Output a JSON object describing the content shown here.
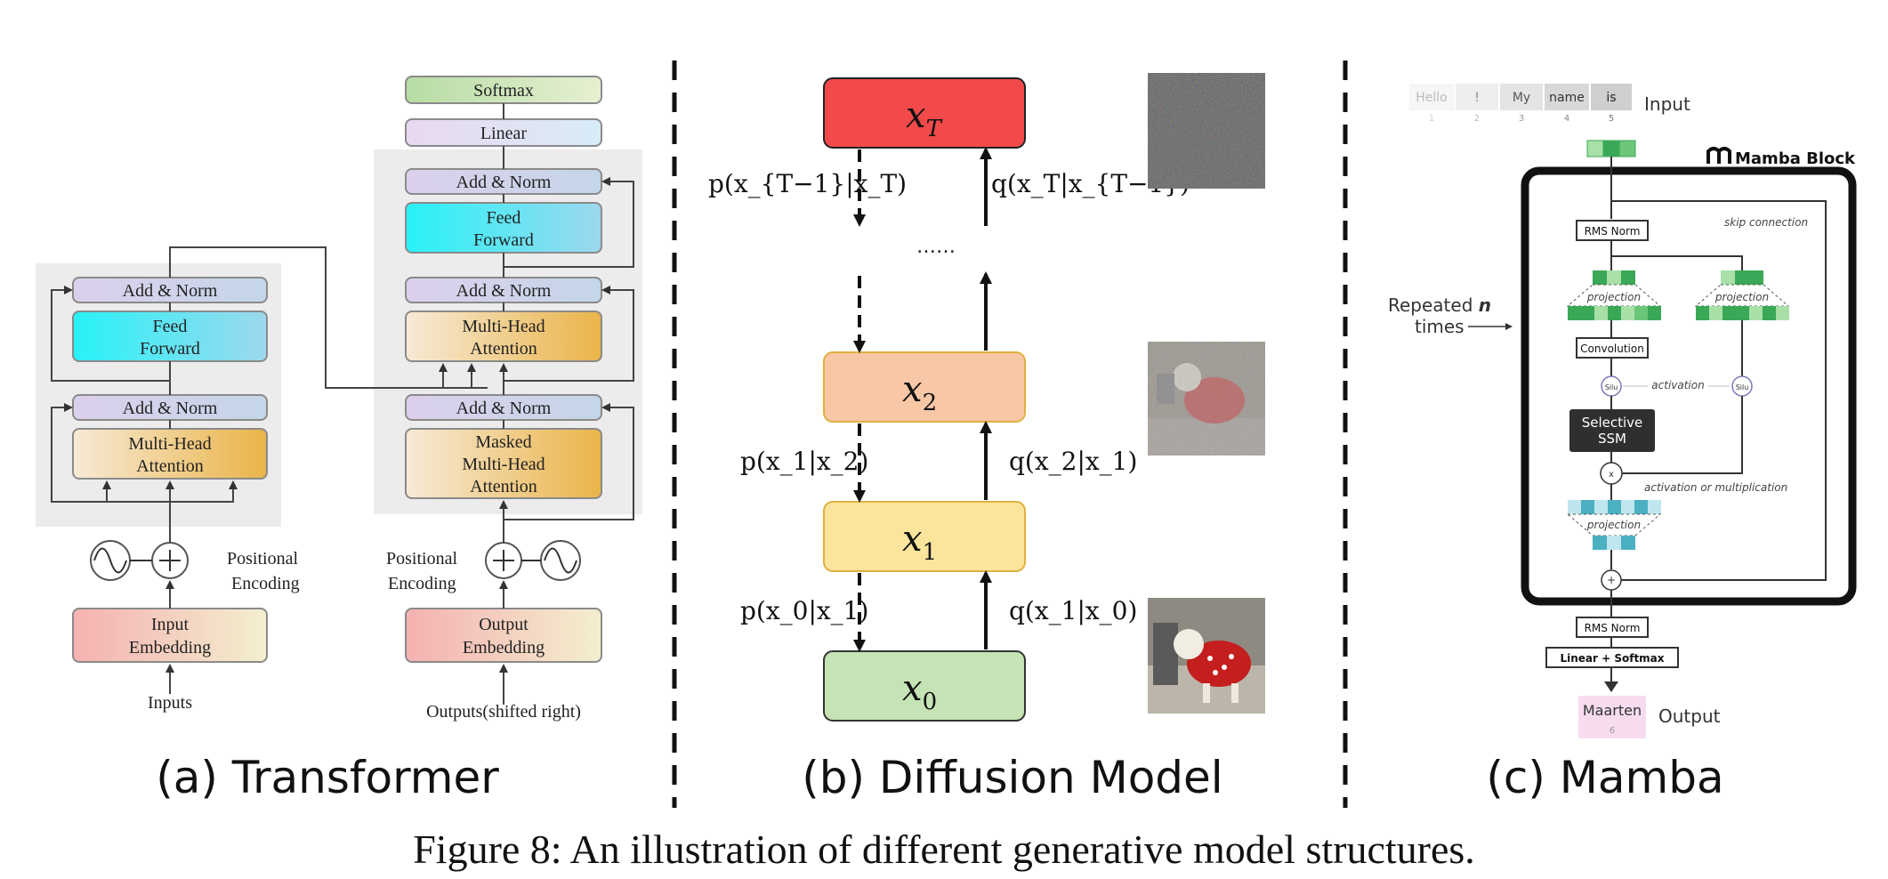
{
  "caption": "Figure 8: An illustration of different generative model structures.",
  "panels": {
    "transformer": {
      "label": "(a) Transformer",
      "encoder": {
        "add_norm_top": "Add & Norm",
        "feed_forward_1": "Feed",
        "feed_forward_2": "Forward",
        "add_norm_bottom": "Add & Norm",
        "mha_1": "Multi-Head",
        "mha_2": "Attention",
        "input_embedding_1": "Input",
        "input_embedding_2": "Embedding",
        "inputs": "Inputs",
        "positional_1": "Positional",
        "positional_2": "Encoding"
      },
      "decoder": {
        "softmax": "Softmax",
        "linear": "Linear",
        "add_norm_top": "Add & Norm",
        "feed_forward_1": "Feed",
        "feed_forward_2": "Forward",
        "add_norm_mid": "Add & Norm",
        "mha_1": "Multi-Head",
        "mha_2": "Attention",
        "add_norm_bottom": "Add & Norm",
        "masked_1": "Masked",
        "masked_2": "Multi-Head",
        "masked_3": "Attention",
        "output_embedding_1": "Output",
        "output_embedding_2": "Embedding",
        "outputs": "Outputs(shifted right)",
        "positional_1": "Positional",
        "positional_2": "Encoding"
      },
      "colors": {
        "container": "#ececec",
        "add_norm": "#c9cde6",
        "feed_forward": "#3fe8f2",
        "attention": "#f0c46a",
        "embedding": "#f4b8b8",
        "softmax": "#c8e6b4",
        "linear": "#e2d8f2"
      }
    },
    "diffusion": {
      "label": "(b) Diffusion Model",
      "states": {
        "xT": "x",
        "xT_sub": "T",
        "x2": "x",
        "x2_sub": "2",
        "x1": "x",
        "x1_sub": "1",
        "x0": "x",
        "x0_sub": "0"
      },
      "ellipsis": "……",
      "p_top": "p(x_{T−1}|x_T)",
      "q_top": "q(x_T|x_{T−1})",
      "p_mid": "p(x_1|x_2)",
      "q_mid": "q(x_2|x_1)",
      "p_bot": "p(x_0|x_1)",
      "q_bot": "q(x_1|x_0)",
      "colors": {
        "xT": "#f24a4a",
        "x2": "#f7c7a6",
        "x1": "#fbe49c",
        "x0": "#c5e3b4"
      }
    },
    "mamba": {
      "label": "(c) Mamba",
      "tokens": [
        {
          "text": "Hello",
          "index": "1"
        },
        {
          "text": "!",
          "index": "2"
        },
        {
          "text": "My",
          "index": "3"
        },
        {
          "text": "name",
          "index": "4"
        },
        {
          "text": "is",
          "index": "5"
        }
      ],
      "input_label": "Input",
      "block_title": "Mamba Block",
      "rms_norm": "RMS Norm",
      "skip_connection": "skip connection",
      "projection": "projection",
      "convolution": "Convolution",
      "silu": "Silu",
      "activation": "activation",
      "selective_1": "Selective",
      "selective_2": "SSM",
      "multiply": "x",
      "activation_or_mult": "activation or multiplication",
      "plus": "+",
      "repeated_1": "Repeated",
      "repeated_n": "n",
      "repeated_2": "times",
      "rms_norm_out": "RMS Norm",
      "linear_softmax": "Linear + Softmax",
      "output_token": "Maarten",
      "output_index": "6",
      "output_label": "Output",
      "colors": {
        "green": "#3aa856",
        "light_green": "#a8e0a8",
        "teal": "#4bb0c0",
        "light_teal": "#bfe6ee",
        "ssm": "#2f2f2f",
        "output_token": "#f3c9e4"
      }
    }
  }
}
